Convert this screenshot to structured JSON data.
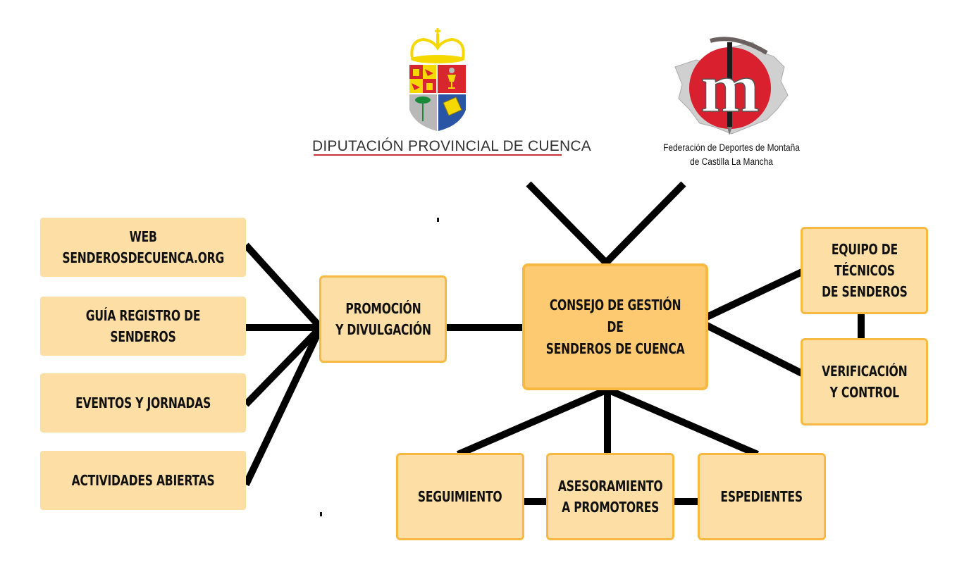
{
  "logos": {
    "diputacion": {
      "name": "DIPUTACIÓN PROVINCIAL DE CUENCA",
      "colors": {
        "crown": "#f5d800",
        "red": "#d8262f",
        "yellow": "#f5d800",
        "grey": "#b8b8b8",
        "blue": "#2a55a4",
        "green": "#1a8a3a",
        "underline": "#c8303a"
      }
    },
    "federacion": {
      "name_lines": "Federación de Deportes de Montaña\nde Castilla La Mancha",
      "letter": "m",
      "colors": {
        "circle": "#d8202e",
        "map": "#d0d0d0",
        "letter": "#ffffff"
      }
    }
  },
  "nodes": {
    "web": "WEB\nSENDEROSDECUENCA.ORG",
    "guia": "GUÍA REGISTRO DE SENDEROS",
    "eventos": "EVENTOS Y JORNADAS",
    "actividades": "ACTIVIDADES ABIERTAS",
    "promocion": "PROMOCIÓN\nY DIVULGACIÓN",
    "consejo": "CONSEJO DE GESTIÓN\nDE\nSENDEROS DE CUENCA",
    "equipo": "EQUIPO DE\nTÉCNICOS\nDE SENDEROS",
    "verificacion": "VERIFICACIÓN\nY CONTROL",
    "seguimiento": "SEGUIMIENTO",
    "asesoramiento": "ASESORAMIENTO\nA PROMOTORES",
    "espedientes": "ESPEDIENTES"
  },
  "colors": {
    "box_fill": "#fddfa6",
    "box_border": "#f7b941",
    "main_fill": "#fdca72",
    "connector": "#000000"
  }
}
